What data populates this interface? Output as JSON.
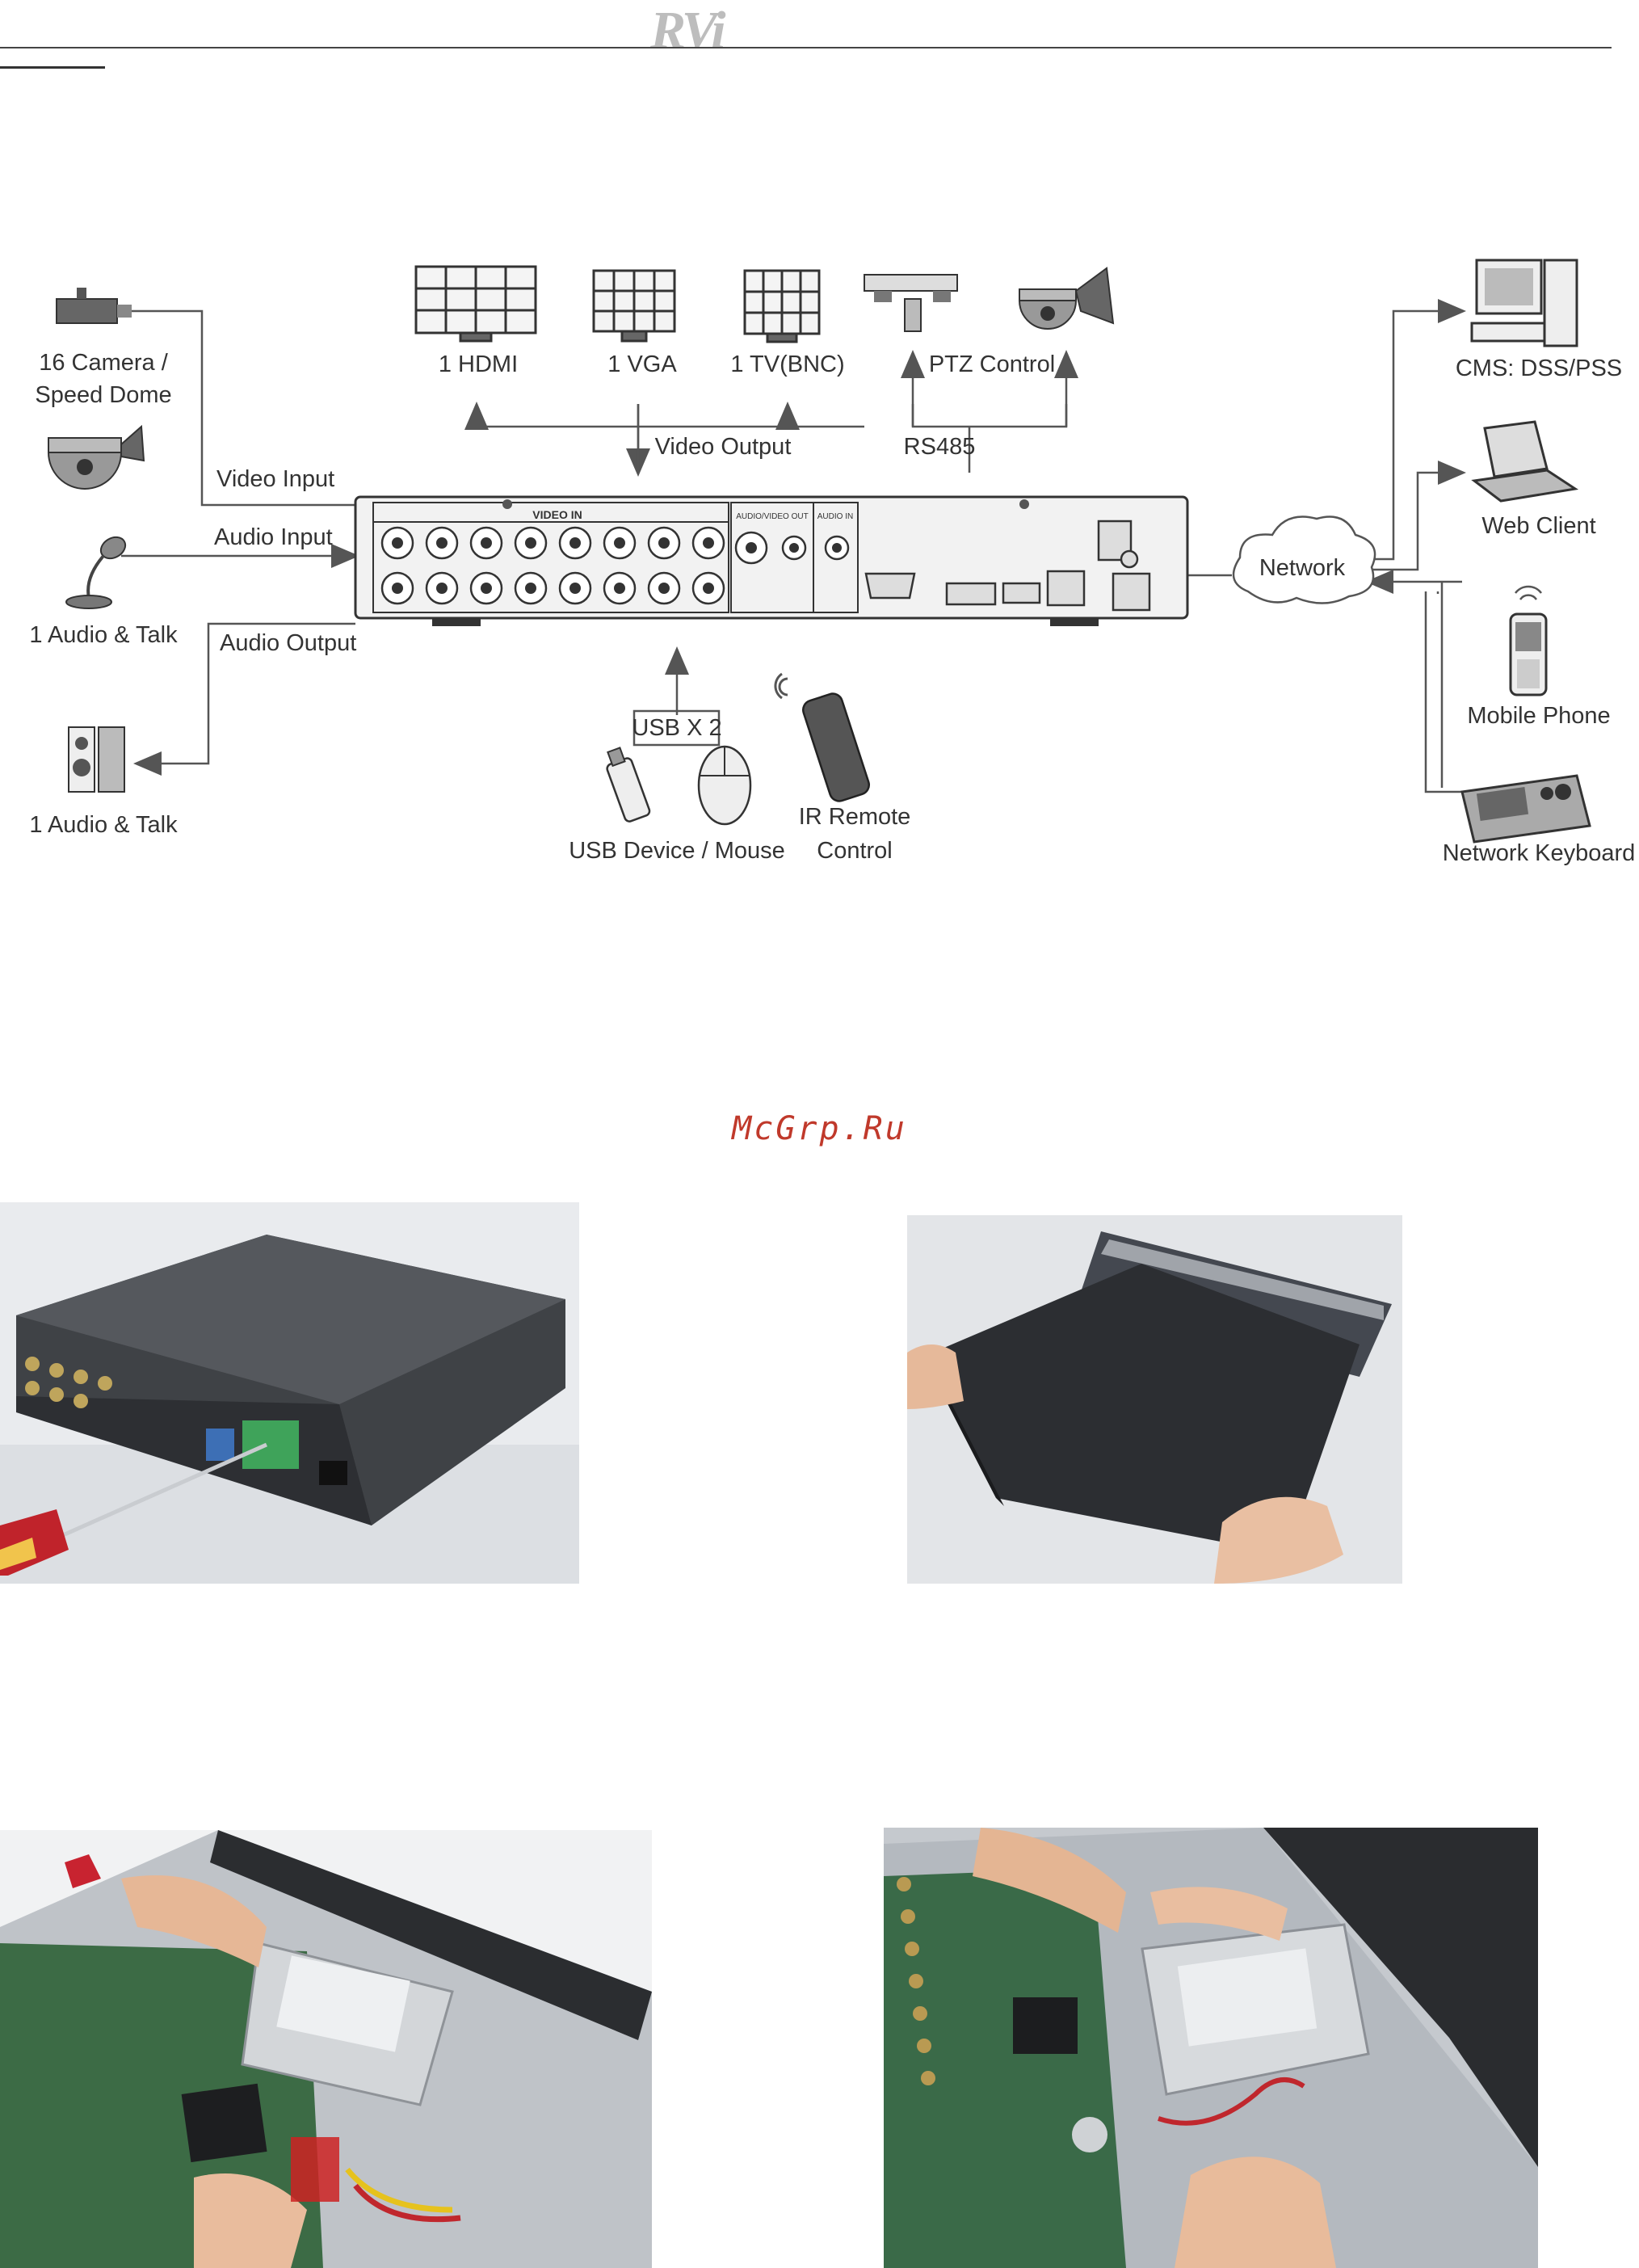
{
  "header": {
    "logo": "RVi"
  },
  "diagram": {
    "left_labels": {
      "camera_line1": "16 Camera /",
      "camera_line2": "Speed Dome",
      "video_input": "Video  Input",
      "audio_input": "Audio  Input",
      "audio_output": "Audio  Output",
      "mic_label": "1 Audio &  Talk",
      "speaker_label": "1 Audio &  Talk"
    },
    "top_labels": {
      "hdmi": "1 HDMI",
      "vga": "1 VGA",
      "tv": "1 TV(BNC)",
      "ptz": "PTZ Control",
      "video_output": "Video Output",
      "rs485": "RS485"
    },
    "device_labels": {
      "video_in": "VIDEO   IN",
      "audio_video_out": "AUDIO/VIDEO OUT",
      "audio_in": "AUDIO  IN"
    },
    "bottom_labels": {
      "usb": "USB X 2",
      "usb_device": "USB Device / Mouse",
      "ir_line1": "IR Remote",
      "ir_line2": "Control"
    },
    "network": "Network",
    "right_labels": {
      "cms": "CMS: DSS/PSS",
      "web": "Web Client",
      "mobile": "Mobile Phone",
      "keyboard": "Network Keyboard"
    }
  },
  "watermark": "McGrp.Ru",
  "colors": {
    "watermark": "#c0392b",
    "logo": "#bdbdbd",
    "line": "#555555"
  }
}
